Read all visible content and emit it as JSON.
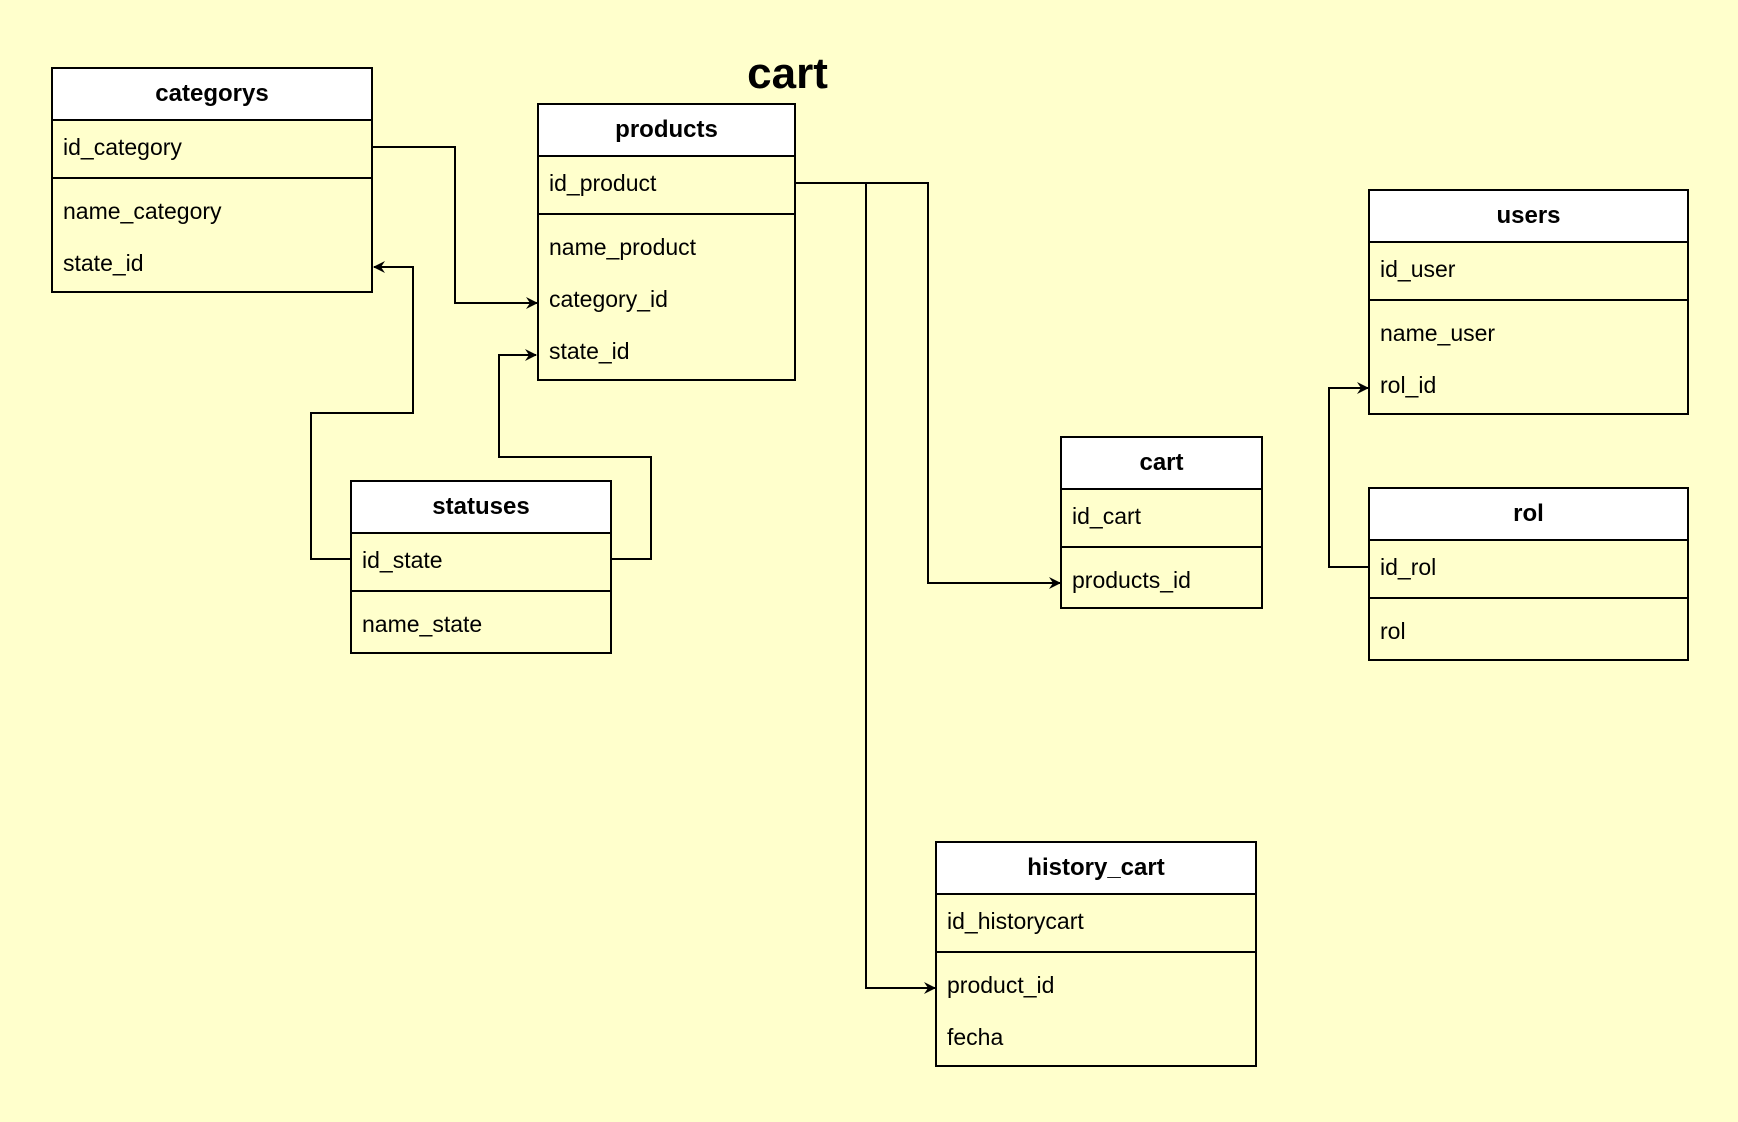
{
  "title": "cart",
  "entities": {
    "categorys": {
      "name": "categorys",
      "pk": "id_category",
      "attrs": [
        "name_category",
        "state_id"
      ]
    },
    "products": {
      "name": "products",
      "pk": "id_product",
      "attrs": [
        "name_product",
        "category_id",
        "state_id"
      ]
    },
    "statuses": {
      "name": "statuses",
      "pk": "id_state",
      "attrs": [
        "name_state"
      ]
    },
    "users": {
      "name": "users",
      "pk": "id_user",
      "attrs": [
        "name_user",
        "rol_id"
      ]
    },
    "rol": {
      "name": "rol",
      "pk": "id_rol",
      "attrs": [
        "rol"
      ]
    },
    "cart": {
      "name": "cart",
      "pk": "id_cart",
      "attrs": [
        "products_id"
      ]
    },
    "history_cart": {
      "name": "history_cart",
      "pk": "id_historycart",
      "attrs": [
        "product_id",
        "fecha"
      ]
    }
  },
  "colors": {
    "background": "#FFFFCC",
    "header": "#FFFFFF",
    "line": "#000000"
  }
}
